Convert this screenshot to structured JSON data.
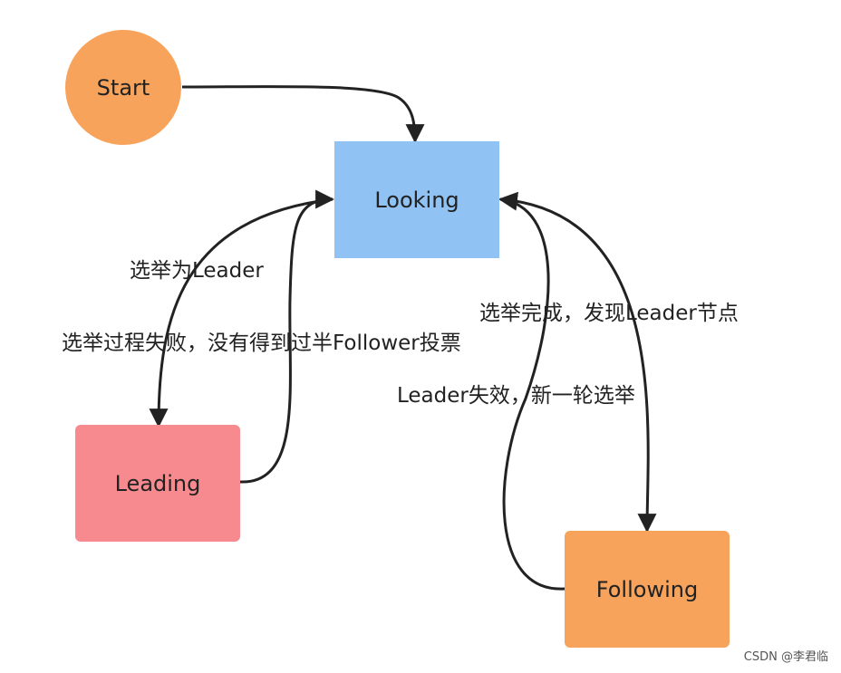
{
  "nodes": {
    "start": {
      "label": "Start",
      "color": "#f7a35c"
    },
    "looking": {
      "label": "Looking",
      "color": "#90c2f4"
    },
    "leading": {
      "label": "Leading",
      "color": "#f78a8e"
    },
    "following": {
      "label": "Following",
      "color": "#f7a35c"
    }
  },
  "edges": {
    "looking_to_leading": "选举为Leader",
    "leading_to_looking": "选举过程失败，没有得到过半Follower投票",
    "looking_to_following": "选举完成，发现Leader节点",
    "following_to_looking": "Leader失效，新一轮选举"
  },
  "watermark": "CSDN @李君临",
  "colors": {
    "edge": "#222222"
  }
}
